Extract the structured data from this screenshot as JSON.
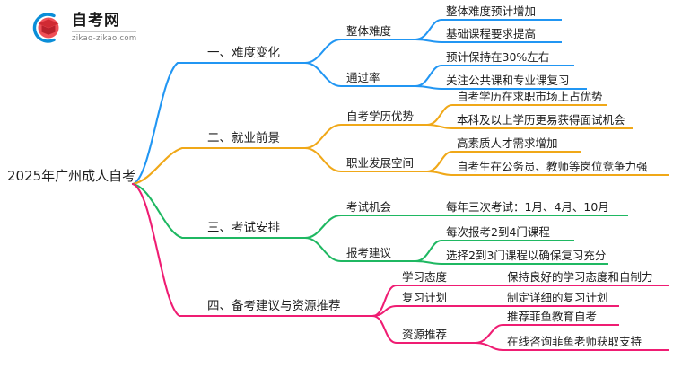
{
  "logo": {
    "name_cn": "自考网",
    "url": "zikao-zikao.com",
    "icon": "graduation-cap-logo",
    "colors": {
      "ring": "#0b8ed8",
      "cap": "#e2383f"
    }
  },
  "mindmap": {
    "root": {
      "label": "2025年广州成人自考"
    },
    "branch_colors": {
      "difficulty": "#2196f3",
      "employment": "#f0a818",
      "exam_schedule": "#1fb862",
      "preparation": "#ef1d73"
    },
    "branches": [
      {
        "id": "difficulty",
        "label": "一、难度变化",
        "color": "#2196f3",
        "children": [
          {
            "label": "整体难度",
            "leaves": [
              {
                "label": "整体难度预计增加"
              },
              {
                "label": "基础课程要求提高"
              }
            ]
          },
          {
            "label": "通过率",
            "leaves": [
              {
                "label": "预计保持在30%左右"
              },
              {
                "label": "关注公共课和专业课复习"
              }
            ]
          }
        ]
      },
      {
        "id": "employment",
        "label": "二、就业前景",
        "color": "#f0a818",
        "children": [
          {
            "label": "自考学历优势",
            "leaves": [
              {
                "label": "自考学历在求职市场上占优势"
              },
              {
                "label": "本科及以上学历更易获得面试机会"
              }
            ]
          },
          {
            "label": "职业发展空间",
            "leaves": [
              {
                "label": "高素质人才需求增加"
              },
              {
                "label": "自考生在公务员、教师等岗位竞争力强"
              }
            ]
          }
        ]
      },
      {
        "id": "exam_schedule",
        "label": "三、考试安排",
        "color": "#1fb862",
        "children": [
          {
            "label": "考试机会",
            "leaves": [
              {
                "label": "每年三次考试：1月、4月、10月"
              }
            ]
          },
          {
            "label": "报考建议",
            "leaves": [
              {
                "label": "每次报考2到4门课程"
              },
              {
                "label": "选择2到3门课程以确保复习充分"
              }
            ]
          }
        ]
      },
      {
        "id": "preparation",
        "label": "四、备考建议与资源推荐",
        "color": "#ef1d73",
        "children": [
          {
            "label": "学习态度",
            "leaves": [
              {
                "label": "保持良好的学习态度和自制力"
              }
            ]
          },
          {
            "label": "复习计划",
            "leaves": [
              {
                "label": "制定详细的复习计划"
              }
            ]
          },
          {
            "label": "资源推荐",
            "leaves": [
              {
                "label": "推荐菲鱼教育自考"
              },
              {
                "label": "在线咨询菲鱼老师获取支持"
              }
            ]
          }
        ]
      }
    ]
  }
}
